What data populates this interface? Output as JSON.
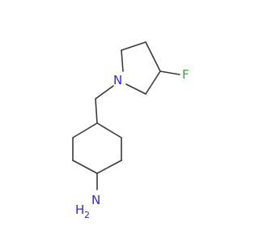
{
  "molecule": {
    "atoms": {
      "nitrogen": {
        "label": "N",
        "color": "#2b2bd6"
      },
      "fluorine": {
        "label": "F",
        "color": "#33aa33"
      },
      "amine_n": {
        "label": "N",
        "color": "#2b2bd6"
      },
      "amine_h": {
        "label": "H",
        "color": "#2b2bd6"
      },
      "amine_h2": {
        "label": "2",
        "color": "#2b2bd6"
      }
    },
    "bond_color": "#3a3a3a"
  }
}
